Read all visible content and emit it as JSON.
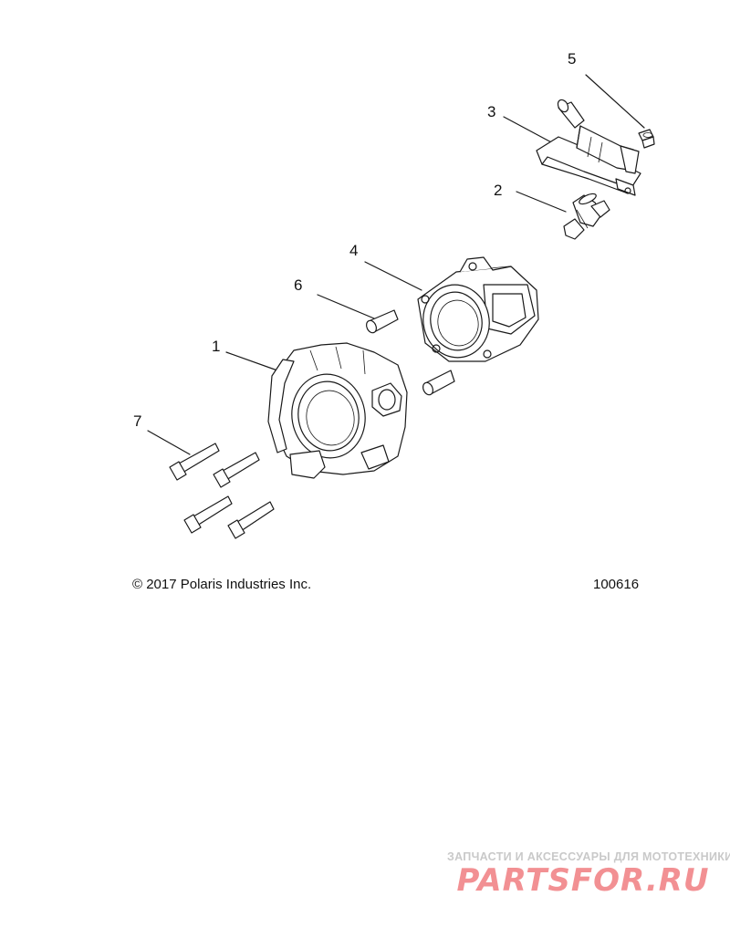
{
  "callouts": [
    {
      "id": "1",
      "label": "1"
    },
    {
      "id": "2",
      "label": "2"
    },
    {
      "id": "3",
      "label": "3"
    },
    {
      "id": "4",
      "label": "4"
    },
    {
      "id": "5",
      "label": "5"
    },
    {
      "id": "6",
      "label": "6"
    },
    {
      "id": "7",
      "label": "7"
    }
  ],
  "copyright": "© 2017 Polaris Industries Inc.",
  "figure_number": "100616",
  "watermark": {
    "tagline": "ЗАПЧАСТИ И АКСЕССУАРЫ ДЛЯ МОТОТЕХНИКИ",
    "logo_text": "PARTSFOR.RU",
    "logo_color": "#e8343a"
  }
}
